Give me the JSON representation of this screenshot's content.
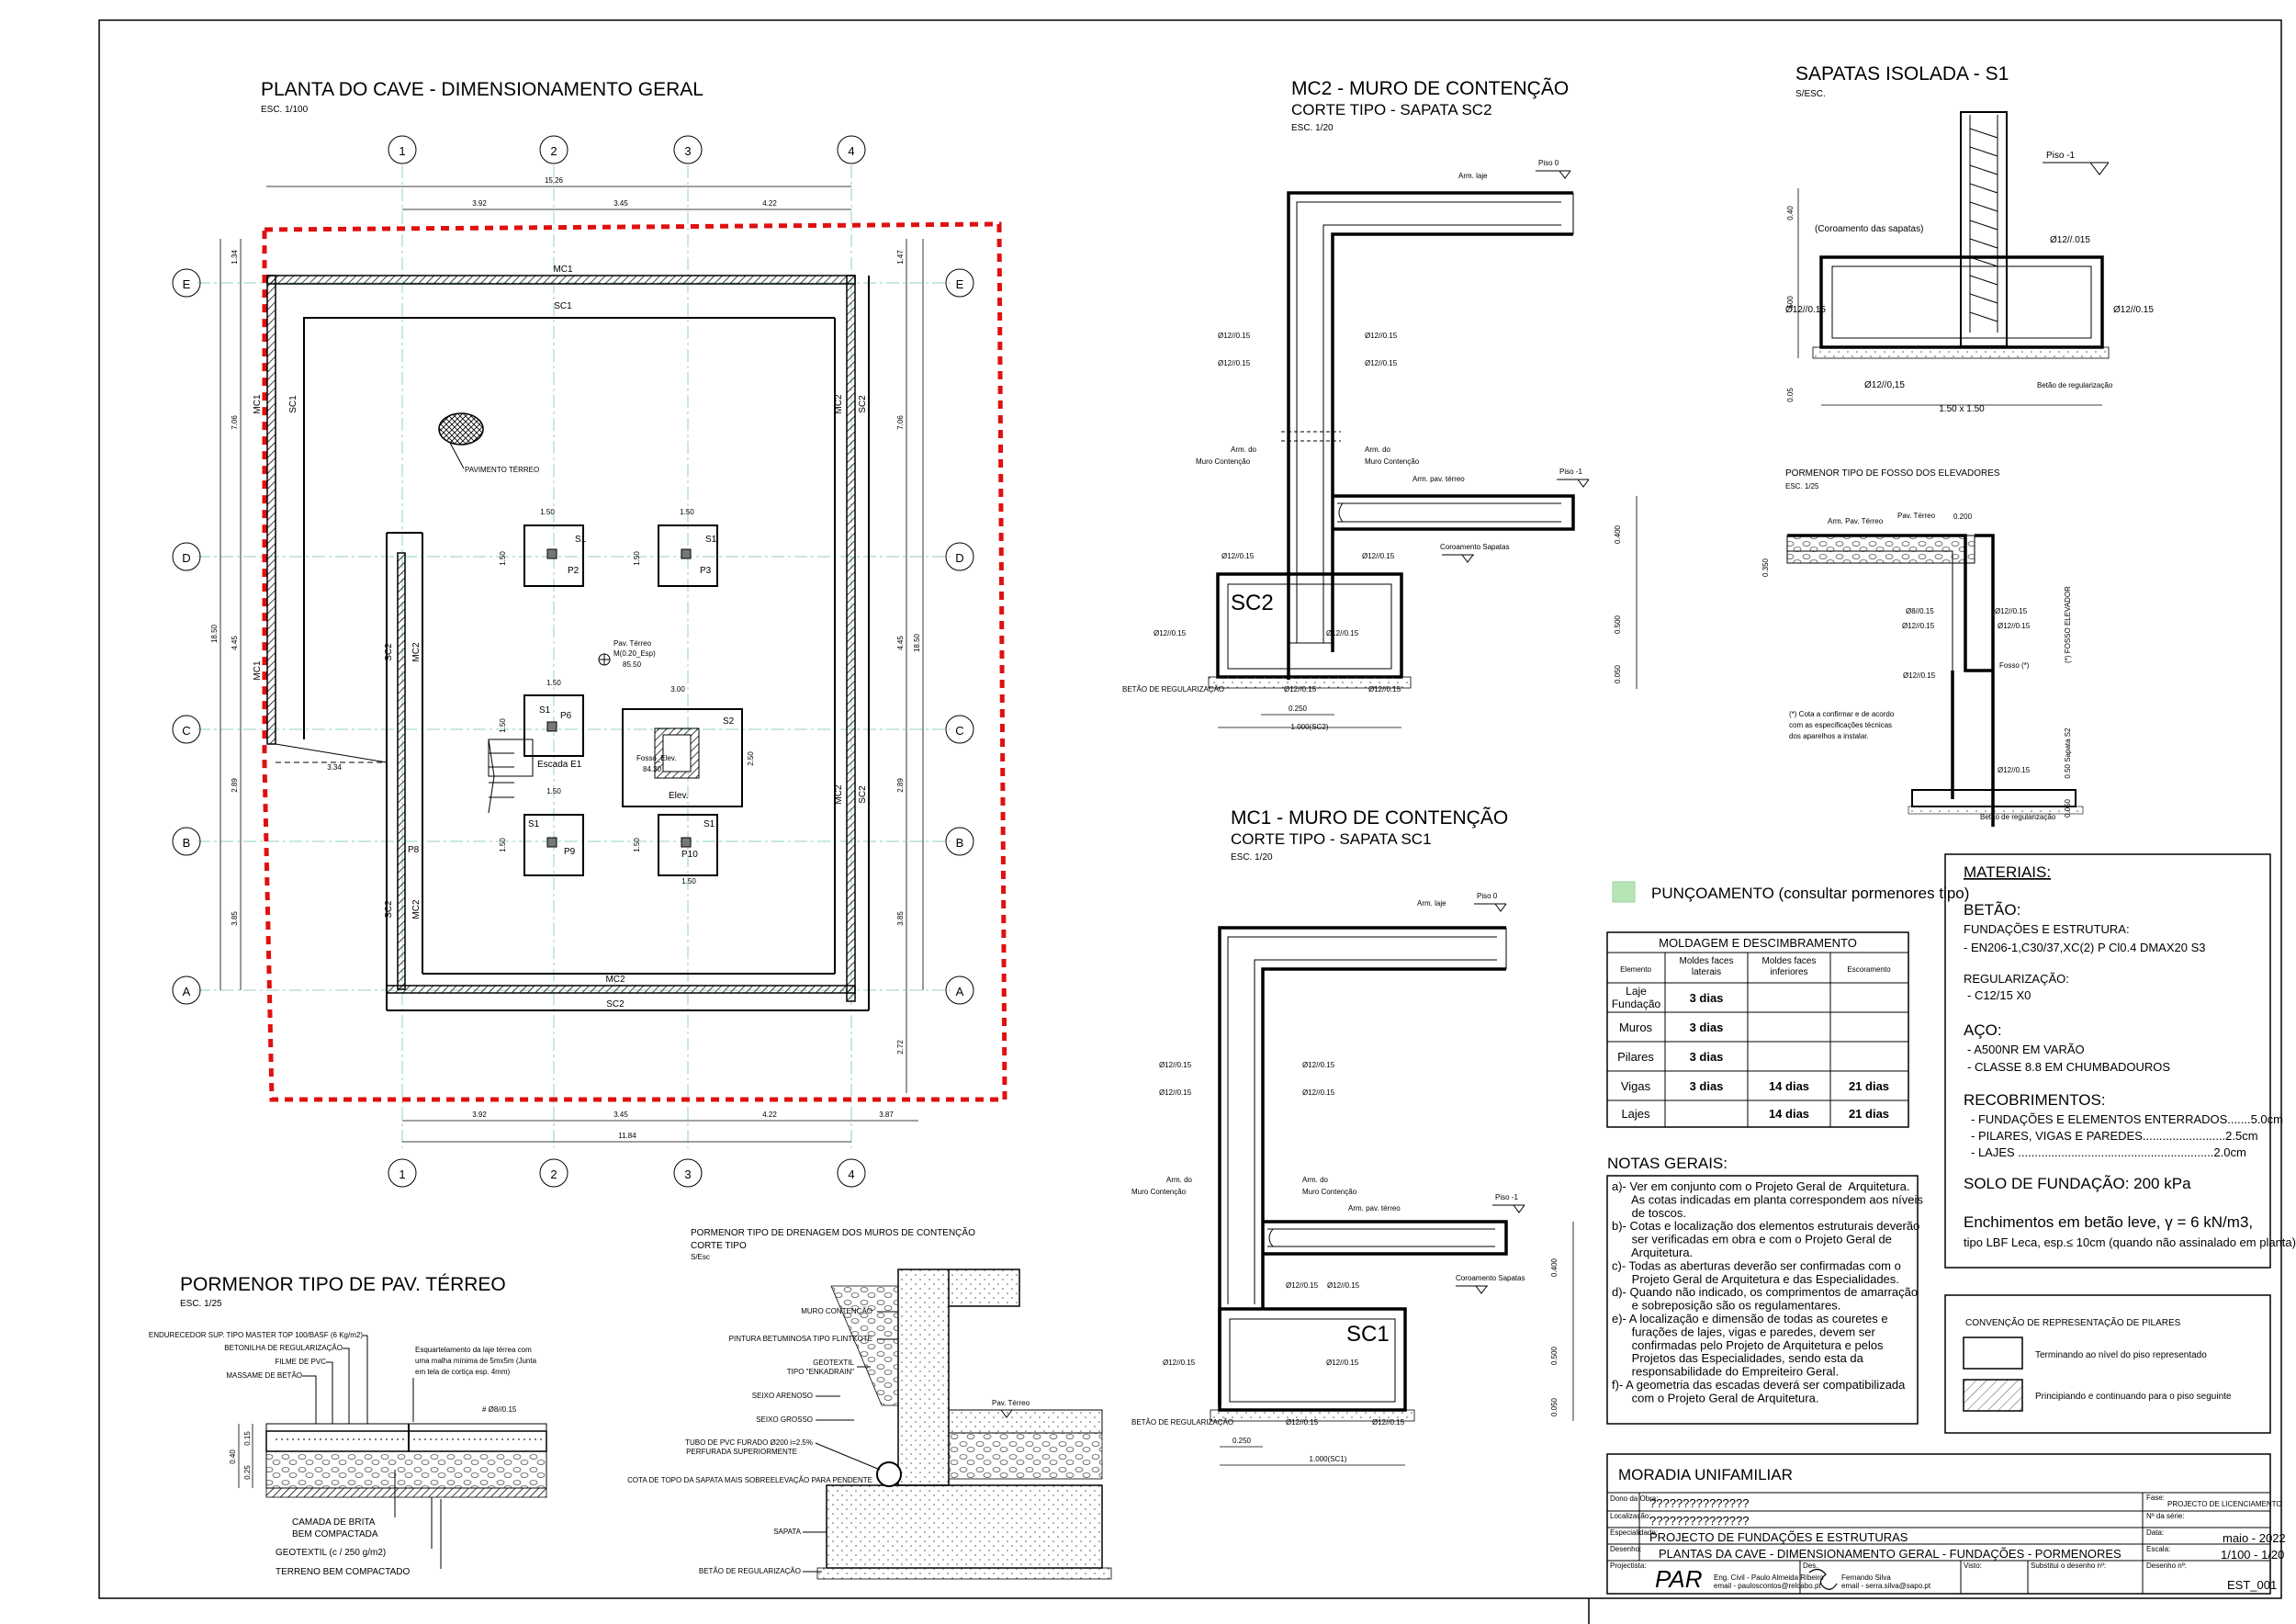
{
  "plan": {
    "title": "PLANTA DO CAVE - DIMENSIONAMENTO GERAL",
    "scale": "ESC. 1/100",
    "axes_cols": [
      "1",
      "2",
      "3",
      "4"
    ],
    "axes_rows": [
      "E",
      "D",
      "C",
      "B",
      "A"
    ],
    "dim_top_total": "15.26",
    "dim_top": [
      "3.92",
      "3.45",
      "4.22"
    ],
    "dim_bottom": [
      "3.92",
      "3.45",
      "4.22",
      "3.87"
    ],
    "dim_bottom_total": "11.84",
    "dim_left_total": "18.50",
    "dim_left": [
      "1.34",
      "7.06",
      "4.45",
      "2.89",
      "3.85"
    ],
    "dim_right_total": "18.50",
    "dim_right": [
      "1.47",
      "7.06",
      "4.45",
      "2.89",
      "3.85",
      "2.72"
    ],
    "dim_334": "3.34",
    "walls": {
      "mc1": "MC1",
      "sc1": "SC1",
      "mc2": "MC2",
      "sc2": "SC2"
    },
    "pavimento": "PAVIMENTO TÉRREO",
    "footing_label": "S1",
    "footing_s2": "S2",
    "dim_150": "1.50",
    "dim_300": "3.00",
    "dim_250": "2.50",
    "pillars": {
      "p2": "P2",
      "p3": "P3",
      "p6": "P6",
      "p8": "P8",
      "p9": "P9",
      "p10": "P10"
    },
    "pav_terreo": "Pav. Térreo",
    "pav_m020": "M(0.20_Esp)",
    "pav_level": "85.50",
    "fosso": "Fosso_Elev.",
    "fosso_level": "84.30",
    "elev": "Elev.",
    "escada": "Escada E1"
  },
  "mc2": {
    "title": "MC2 - MURO DE CONTENÇÃO",
    "subtitle": "CORTE TIPO - SAPATA SC2",
    "scale": "ESC. 1/20",
    "arm_laje": "Arm. laje",
    "piso0": "Piso 0",
    "piso_1": "Piso -1",
    "bar": "Ø12//0.15",
    "arm_muro_a": "Arm. do",
    "arm_muro_b": "Muro Contenção",
    "arm_pav": "Arm. pav. térreo",
    "coroamento": "Coroamento Sapatas",
    "footing": "SC2",
    "betao_reg": "BETÃO DE REGULARIZAÇÃO",
    "dim_0250": "0.250",
    "dim_width": "1.000(SC2)",
    "dim_0400": "0.400",
    "dim_0500": "0.500",
    "dim_0050": "0.050"
  },
  "mc1": {
    "title": "MC1 - MURO DE CONTENÇÃO",
    "subtitle": "CORTE TIPO - SAPATA SC1",
    "scale": "ESC. 1/20",
    "footing": "SC1",
    "dim_width": "1.000(SC1)"
  },
  "s1": {
    "title": "SAPATAS ISOLADA  -  S1",
    "scale": "S/ESC.",
    "piso_1": "Piso -1",
    "coroamento": "(Coroamento das sapatas)",
    "bar_015": "Ø12//.015",
    "bar_a": "Ø12//0.15",
    "bar_b": "Ø12//0,15",
    "betao_reg": "Betão de regularização",
    "dim": "1.50 x 1.50",
    "dim_040": "0.40",
    "dim_500": ".500",
    "dim_005": "0.05"
  },
  "fosso": {
    "title": "PORMENOR TIPO DE FOSSO DOS ELEVADORES",
    "scale": "ESC. 1/25",
    "arm_pav": "Arm. Pav. Térreo",
    "pav_terreo": "Pav. Térreo",
    "dim_0200": "0.200",
    "dim_0350": "0.350",
    "fosso_label": "Fosso (*)",
    "vert_label": "(*) FOSSO ELEVADOR",
    "vert_sapata": "0.50 Sapata S2",
    "dim_0050": "0.050",
    "bar_a": "Ø8//0.15",
    "bar_b": "Ø12//0.15",
    "note": [
      "(*) Cota a confirmar e de acordo",
      "com as especificações técnicas",
      "dos aparelhos a instalar."
    ],
    "betao_reg": "Betão de regularização"
  },
  "materiais": {
    "title": "MATERIAIS:",
    "betao": "BETÃO:",
    "fund": "FUNDAÇÕES E ESTRUTURA:",
    "fund_spec": "- EN206-1,C30/37,XC(2) P Cl0.4 DMAX20 S3",
    "reg": "REGULARIZAÇÃO:",
    "reg_spec": "- C12/15 X0",
    "aco": "AÇO:",
    "aco_1": "- A500NR EM VARÃO",
    "aco_2": "- CLASSE 8.8 EM CHUMBADOUROS",
    "recob": "RECOBRIMENTOS:",
    "recob_1": "- FUNDAÇÕES E ELEMENTOS ENTERRADOS.......5.0cm",
    "recob_2": "- PILARES, VIGAS E PAREDES.........................2.5cm",
    "recob_3": "- LAJES ...........................................................2.0cm",
    "solo": "SOLO DE FUNDAÇÃO:  200 kPa",
    "ench": "Enchimentos em betão leve, γ = 6 kN/m3,",
    "ench_2": "tipo LBF Leca, esp.≤  10cm (quando não assinalado em planta)"
  },
  "puncoamento": {
    "label": "PUNÇOAMENTO (consultar pormenores tipo)",
    "color": "#b6e6b6"
  },
  "moldagem": {
    "title": "MOLDAGEM E DESCIMBRAMENTO",
    "headers": [
      "Elemento",
      "Moldes faces laterais",
      "Moldes faces inferiores",
      "Escoramento"
    ],
    "rows": [
      [
        "Laje Fundação",
        "3 dias",
        "",
        ""
      ],
      [
        "Muros",
        "3 dias",
        "",
        ""
      ],
      [
        "Pilares",
        "3 dias",
        "",
        ""
      ],
      [
        "Vigas",
        "3 dias",
        "14 dias",
        "21 dias"
      ],
      [
        "Lajes",
        "",
        "14 dias",
        "21 dias"
      ]
    ]
  },
  "notas": {
    "title": "NOTAS GERAIS:",
    "lines": [
      "a)- Ver em conjunto com o Projeto Geral de  Arquitetura.",
      "      As cotas indicadas em planta correspondem aos níveis",
      "      de toscos.",
      "b)- Cotas e localização dos elementos estruturais deverão",
      "      ser verificadas em obra e com o Projeto Geral de",
      "      Arquitetura.",
      "c)- Todas as aberturas deverão ser confirmadas com o",
      "      Projeto Geral de Arquitetura e das Especialidades.",
      "d)- Quando não indicado, os comprimentos de amarração",
      "      e sobreposição são os regulamentares.",
      "e)- A localização e dimensão de todas as couretes e",
      "      furações de lajes, vigas e paredes, devem ser",
      "      confirmadas pelo Projeto de Arquitetura e pelos",
      "      Projetos das Especialidades, sendo esta da",
      "      responsabilidade do Empreiteiro Geral.",
      "f)- A geometria das escadas deverá ser compatibilizada",
      "      com o Projeto Geral de Arquitetura."
    ]
  },
  "convencao": {
    "title": "CONVENÇÃO DE REPRESENTAÇÃO DE PILARES",
    "item1": "Terminando ao nível do piso representado",
    "item2": "Principiando e continuando para o piso seguinte"
  },
  "pav": {
    "title": "PORMENOR TIPO DE PAV. TÉRREO",
    "scale": "ESC. 1/25",
    "labels": [
      "ENDURECEDOR SUP. TIPO MASTER TOP 100/BASF (6 Kg/m2)",
      "BETONILHA DE REGULARIZAÇÃO",
      "FILME DE PVC",
      "MASSAME DE BETÃO"
    ],
    "esq": [
      "Esquartelamento da laje térrea com",
      "uma malha mínima de 5mx5m (Junta",
      "em tela de cortiça esp. 4mm)"
    ],
    "bar": "# Ø8//0.15",
    "dim_015": "0.15",
    "dim_040": "0.40",
    "dim_025": "0.25",
    "brita_1": "CAMADA DE BRITA",
    "brita_2": "BEM COMPACTADA",
    "geotextil": "GEOTEXTIL (c / 250 g/m2)",
    "terreno": "TERRENO BEM COMPACTADO"
  },
  "dren": {
    "title_1": "PORMENOR TIPO DE DRENAGEM DOS MUROS DE CONTENÇÃO",
    "title_2": "CORTE TIPO",
    "scale": "S/Esc",
    "labels": [
      "MURO CONTENÇÃO",
      "PINTURA BETUMINOSA TIPO FLINTKOTE",
      "GEOTEXTIL",
      "TIPO \"ENKADRAIN\"",
      "SEIXO ARENOSO",
      "SEIXO GROSSO",
      "TUBO DE PVC FURADO Ø200  i=2.5%",
      "PERFURADA SUPERIORMENTE",
      "COTA DE TOPO DA SAPATA MAIS SOBREELEVAÇÃO PARA PENDENTE",
      "SAPATA",
      "BETÃO DE REGULARIZAÇÃO"
    ],
    "pav": "Pav. Térreo"
  },
  "titleblock": {
    "project": "MORADIA UNIFAMILIAR",
    "k_dono": "Dono da Obra:",
    "dono": "???????????????",
    "k_loc": "Localização:",
    "loc": "???????????????",
    "k_esp": "Especialidade:",
    "esp": "PROJECTO DE FUNDAÇÕES E ESTRUTURAS",
    "k_des": "Desenho:",
    "des": "PLANTAS DA CAVE - DIMENSIONAMENTO GERAL - FUNDAÇÕES - PORMENORES",
    "k_fase": "Fase:",
    "fase": "PROJECTO DE LICENCIAMENTO",
    "k_serie": "Nº da série:",
    "k_data": "Data:",
    "data": "maio - 2022",
    "k_escala": "Escala:",
    "escala": "1/100 - 1/20",
    "k_projecto": "Projectista:",
    "k_des2": "Des.",
    "k_visto": "Visto:",
    "k_subst": "Substitui o desenho nº:",
    "k_desnum": "Desenho nº:",
    "desnum": "EST_001",
    "eng_1": "Eng. Civil - Paulo Almeida Ribeiro",
    "eng_2": "email - pauloscontos@relcabo.pt",
    "des_1": "Fernando Silva",
    "des_2": "email - serra.silva@sapo.pt"
  }
}
